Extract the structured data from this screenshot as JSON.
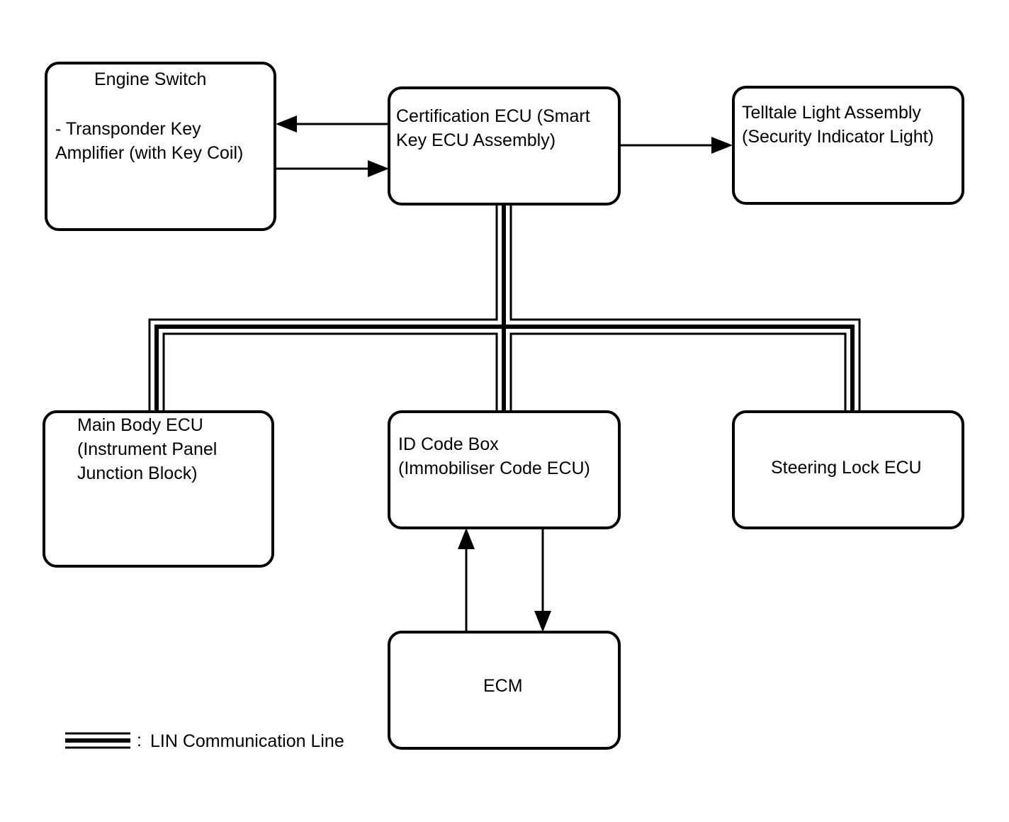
{
  "nodes": {
    "engine_switch": {
      "title": "Engine Switch",
      "line1": "- Transponder Key",
      "line2": "Amplifier (with Key Coil)"
    },
    "certification_ecu": {
      "line1": "Certification ECU (Smart",
      "line2": "Key ECU Assembly)"
    },
    "telltale": {
      "line1": "Telltale Light Assembly",
      "line2": "(Security Indicator Light)"
    },
    "main_body_ecu": {
      "line1": "Main Body ECU",
      "line2": "(Instrument Panel",
      "line3": "Junction Block)"
    },
    "id_code_box": {
      "line1": "ID Code Box",
      "line2": "(Immobiliser Code ECU)"
    },
    "steering_lock": {
      "line1": "Steering Lock ECU"
    },
    "ecm": {
      "line1": "ECM"
    }
  },
  "legend": {
    "separator": ":",
    "label": "LIN Communication Line"
  }
}
